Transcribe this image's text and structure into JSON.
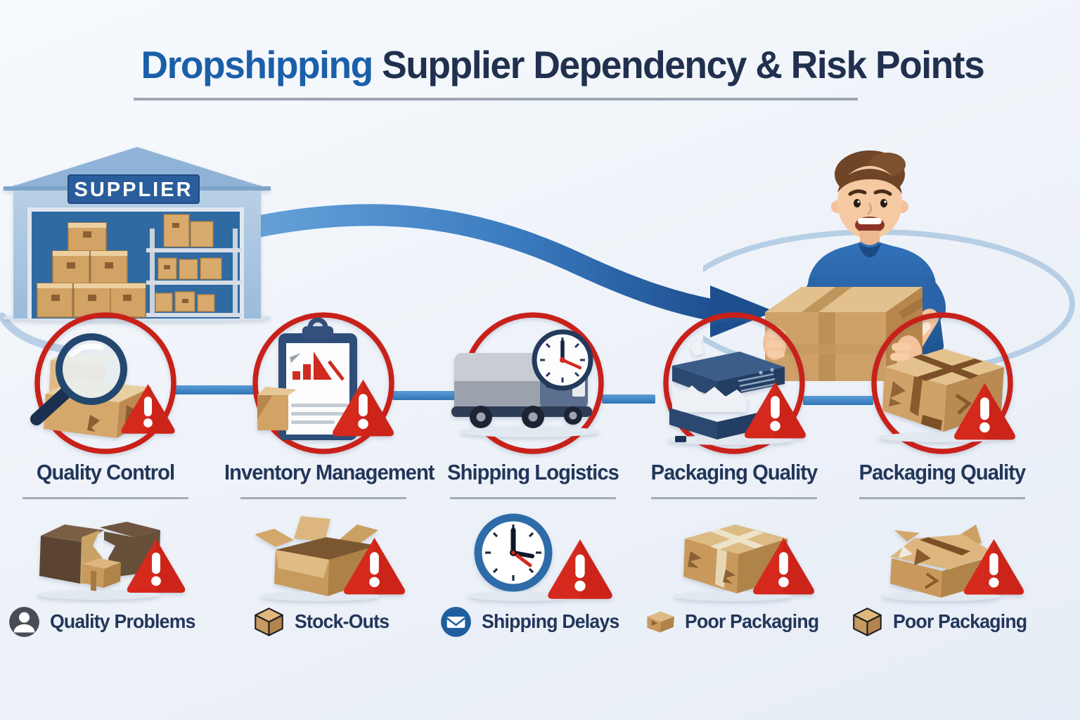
{
  "title": {
    "highlight": "Dropshipping",
    "rest": "Supplier Dependency & Risk Points"
  },
  "supplier": {
    "sign": "SUPPLIER"
  },
  "flow": {
    "arrow_icon": "supplier-to-seller-arrow",
    "seller_icon": "man-holding-box",
    "orbit_icon": "blue-orbit-ellipse"
  },
  "risk_points": [
    {
      "label": "Quality Control",
      "icon": "magnifier-over-box-warning"
    },
    {
      "label": "Inventory Management",
      "icon": "clipboard-chart-warning"
    },
    {
      "label": "Shipping Logistics",
      "icon": "delivery-truck-clock"
    },
    {
      "label": "Packaging Quality",
      "icon": "torn-open-case-warning"
    },
    {
      "label": "Packaging Quality",
      "icon": "damaged-taped-box-warning"
    }
  ],
  "consequences": [
    {
      "label": "Quality Problems",
      "icon": "broken-boxes-warning",
      "bullet": "person-circle-icon"
    },
    {
      "label": "Stock-Outs",
      "icon": "empty-open-box-warning",
      "bullet": "cube-icon"
    },
    {
      "label": "Shipping Delays",
      "icon": "clock-warning",
      "bullet": "envelope-circle-icon"
    },
    {
      "label": "Poor Packaging",
      "icon": "taped-box-warning",
      "bullet": "small-box-icon"
    },
    {
      "label": "Poor Packaging",
      "icon": "crushed-box-warning",
      "bullet": "cube-icon"
    }
  ],
  "colors": {
    "title_blue": "#1b5fa8",
    "navy_text": "#22365a",
    "ring_red": "#c8211a",
    "warning_red": "#d5291d",
    "arrow_blue_dark": "#1d4f8f",
    "arrow_blue_light": "#66a1d8",
    "connector_blue": "#3c7fc0",
    "cardboard_tan": "#cfa168",
    "warehouse_blue": "#aac6e2",
    "banner_blue": "#2a5d9b"
  }
}
